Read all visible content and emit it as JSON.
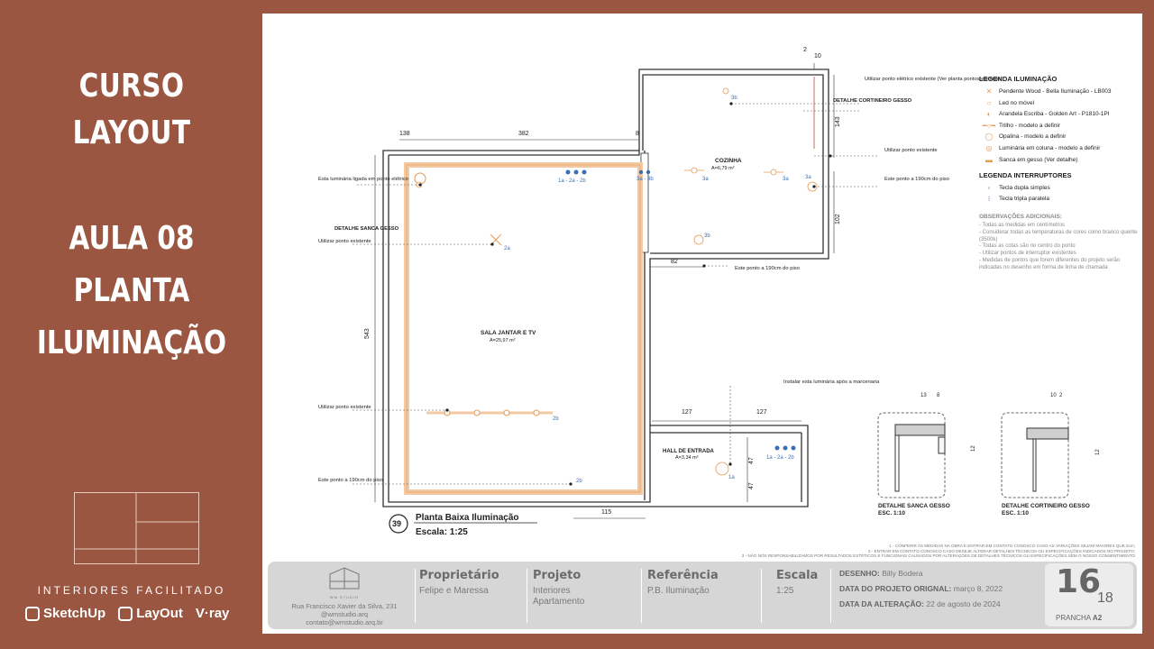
{
  "left_panel": {
    "course_line1": "CURSO",
    "course_line2": "LAYOUT",
    "lesson_line1": "AULA 08",
    "lesson_line2": "PLANTA",
    "lesson_line3": "ILUMINAÇÃO",
    "brand_tag": "INTERIORES FACILITADO",
    "software": [
      "SketchUp",
      "LayOut",
      "V·ray"
    ]
  },
  "plan": {
    "rooms": {
      "sala": "SALA JANTAR E TV",
      "sala_area": "A=25,97 m²",
      "cozinha": "COZINHA",
      "cozinha_area": "A=6,79 m²",
      "hall": "HALL DE ENTRADA",
      "hall_area": "A=3,34 m²"
    },
    "dims": {
      "d138": "138",
      "d382": "382",
      "d8a": "8",
      "d2": "2",
      "d10": "10",
      "d143": "143",
      "d102": "102",
      "d82": "82",
      "d543": "543",
      "d127a": "127",
      "d127b": "127",
      "d47a": "47",
      "d47b": "47",
      "d115": "115"
    },
    "annotations": {
      "a1": "Esta luminária ligada em ponto elétrico",
      "a2": "DETALHE SANCA GESSO",
      "a3": "Utilizar ponto existente",
      "a4": "Utilizar ponto existente",
      "a5": "Este ponto a 190cm do piso",
      "a6": "Utilizar ponto elétrico existente (Ver planta pontos elétricos)",
      "a7": "DETALHE CORTINEIRO GESSO",
      "a8": "Utilizar ponto existente",
      "a9": "Este ponto a 190cm do piso",
      "a10": "Este ponto a 190cm do piso",
      "a11": "Instalar esta luminária após a marcenaria"
    },
    "circuits": {
      "c1": "1a - 2a - 2b",
      "c2": "3a - 3b",
      "c3": "3a",
      "c4": "3a",
      "c5": "3a",
      "c6": "3b",
      "c7": "3b",
      "c8": "2a",
      "c9": "2b",
      "c10": "2b",
      "c11": "1a - 2a - 2b",
      "c12": "1a"
    },
    "view_number": "39",
    "view_title": "Planta Baixa Iluminação",
    "view_scale": "Escala: 1:25"
  },
  "details": {
    "sanca_title": "DETALHE SANCA GESSO",
    "sanca_scale": "ESC. 1:10",
    "sanca_d1": "13",
    "sanca_d2": "8",
    "sanca_d3": "12",
    "cortineiro_title": "DETALHE CORTINEIRO GESSO",
    "cortineiro_scale": "ESC. 1:10",
    "cort_d1": "10",
    "cort_d2": "2",
    "cort_d3": "12"
  },
  "legend": {
    "title": "LEGENDA ILUMINAÇÃO",
    "items": [
      {
        "sym": "✕",
        "label": "Pendente Wood - Bella Iluminação - LB003"
      },
      {
        "sym": "○",
        "label": "Led no móvel"
      },
      {
        "sym": "◐",
        "label": "Arandela Escriba - Golden Art - P1810-1PI"
      },
      {
        "sym": "━○━",
        "label": "Trilho - modelo a definir"
      },
      {
        "sym": "◯",
        "label": "Opalina - modelo a definir"
      },
      {
        "sym": "◎",
        "label": "Luminária em coluna - modelo a definir"
      },
      {
        "sym": "▬",
        "label": "Sanca em gesso (Ver detalhe)"
      }
    ],
    "switch_title": "LEGENDA INTERRUPTORES",
    "switches": [
      {
        "sym": "◦",
        "label": "Tecla dupla simples"
      },
      {
        "sym": "⁝",
        "label": "Tecla tripla paralela"
      }
    ],
    "notes_title": "OBSERVAÇÕES ADICIONAIS:",
    "notes": [
      "- Todas as medidas em centímetros",
      "- Considerar todas as temperaturas de cores como branco quente (3500k)",
      "- Todas as cotas são no centro do ponto",
      "- Utilizar pontos de interruptor existentes",
      "- Medidas de pontos que forem diferentes do projeto serão indicadas no desenho em forma de linha de chamada"
    ]
  },
  "disclaimer": [
    "1 - CONFERIR AS MEDIDAS NA OBRA E ENTRAR EM CONTATO CONOSCO CASO AS VARIAÇÕES SEJAM MAIORES QUE 5cm;",
    "2 - ENTRAR EM CONTATO CONOSCO CASO DESEJE ALTERAR DETALHES TÉCNICOS OU ESPECIFICAÇÕES INDICADOS NO PROJETO;",
    "3 - NÃO NOS RESPONSABILIZAMOS POR RESULTADOS ESTÉTICOS E FUNCIONAIS CAUSADOS POR ALTERAÇÕES DE DETALHES TÉCNICOS OU ESPECIFICAÇÕES SEM O NOSSO CONSENTIMENTO"
  ],
  "title_block": {
    "studio_name": "WM STUDIO",
    "studio_address": "Rua Francisco Xavier da Silva, 231",
    "studio_instagram": "@wmstudio.arq",
    "studio_email": "contato@wmstudio.arq.br",
    "owner_label": "Proprietário",
    "owner_value": "Felipe e Maressa",
    "project_label": "Projeto",
    "project_value": "Interiores Apartamento",
    "reference_label": "Referência",
    "reference_value": "P.B. Iluminação",
    "scale_label": "Escala",
    "scale_value": "1:25",
    "drawing_label": "DESENHO:",
    "drawing_value": "Billy Bodera",
    "orig_date_label": "DATA DO  PROJETO ORIGNAL:",
    "orig_date_value": "março 8, 2022",
    "alt_date_label": "DATA DA ALTERAÇÃO:",
    "alt_date_value": "22 de agosto de 2024",
    "sheet_number": "16",
    "sheet_total": "18",
    "sheet_label": "PRANCHA",
    "sheet_format": "A2"
  },
  "colors": {
    "background": "#9a5641",
    "sanca": "#f2c9a3",
    "circuit_blue": "#3b6fb5",
    "fixture_orange": "#e39a55"
  }
}
